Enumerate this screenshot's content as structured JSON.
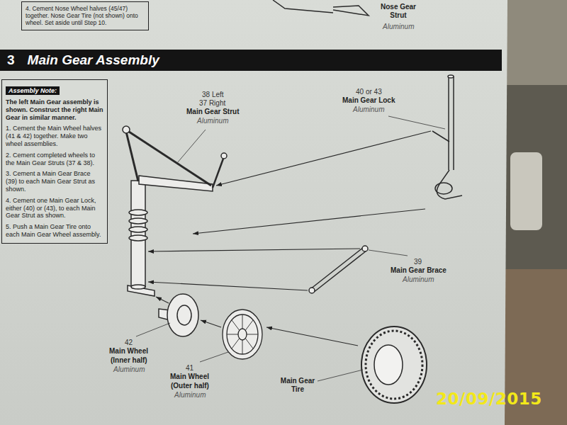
{
  "diagram": {
    "nodes": [
      {
        "text": [
          "4. Cement Nose Wheel halves (45/47) together. Nose Gear Tire (not shown) onto wheel. Set aside until Step 10."
        ]
      },
      {
        "text": [
          "3",
          "Main Gear Assembly"
        ]
      },
      {
        "text": [
          "Assembly Note:",
          "The left Main Gear assembly is shown. Construct the right Main Gear in similar manner.",
          "1. Cement the Main Wheel halves (41 & 42) together. Make two wheel assemblies.",
          "2. Cement completed wheels to the Main Gear Struts (37 & 38).",
          "3. Cement a Main Gear Brace (39) to each Main Gear Strut as shown.",
          "4. Cement one Main Gear Lock, either (40) or (43), to each Main Gear Strut as shown.",
          "5. Push a Main Gear Tire onto each Main Gear Wheel assembly."
        ]
      }
    ],
    "labels": [
      "Nose Gear Strut",
      "Aluminum",
      "38 Left",
      "37 Right",
      "Main Gear Strut",
      "Aluminum",
      "40 or 43",
      "Main Gear Lock",
      "Aluminum",
      "39",
      "Main Gear Brace",
      "Aluminum",
      "42",
      "Main Wheel",
      "(Inner half)",
      "Aluminum",
      "41",
      "Main Wheel",
      "(Outer half)",
      "Aluminum",
      "Main Gear Tire",
      "20/09/2015"
    ]
  }
}
